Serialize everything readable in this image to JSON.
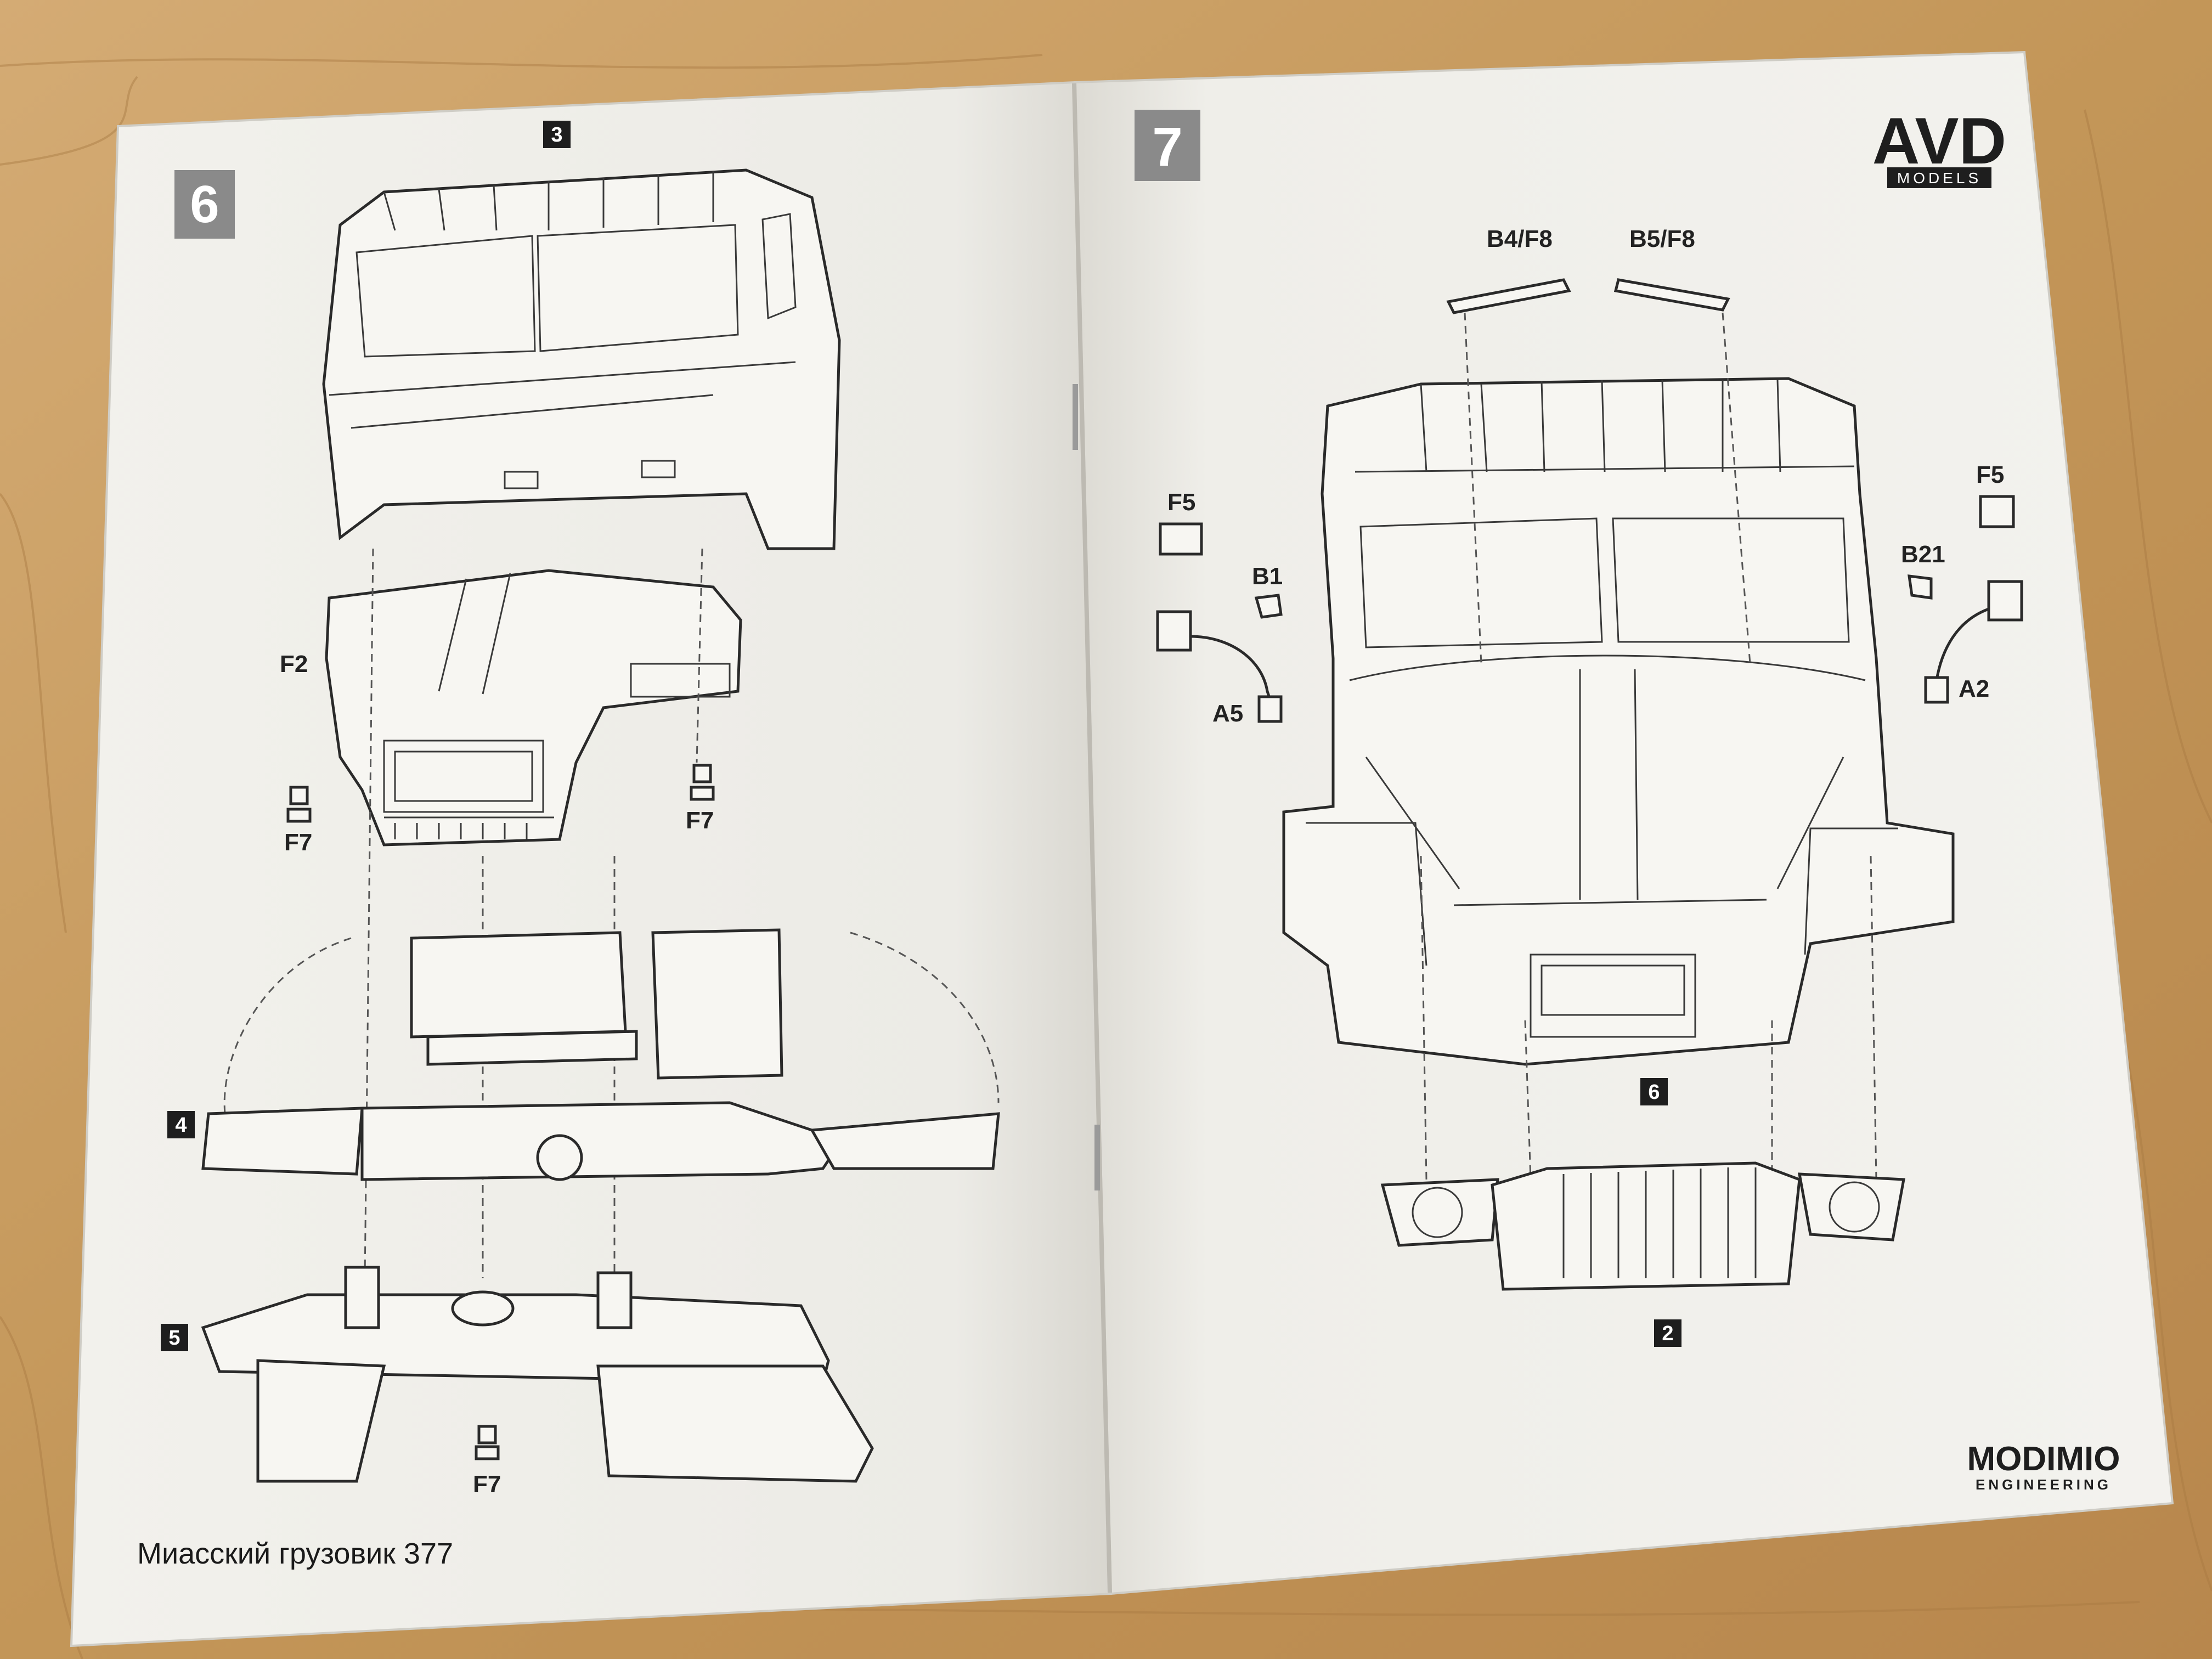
{
  "left_page": {
    "step": "6",
    "part_labels": {
      "cab_part": "3",
      "floor_part": "4",
      "frame_part": "5"
    },
    "callouts": [
      "F2",
      "F7",
      "F7",
      "F7"
    ],
    "footer_title": "Миасский грузовик 377"
  },
  "right_page": {
    "step": "7",
    "brand_logo": "AVD",
    "brand_sub": "MODELS",
    "callouts": [
      "B4/F8",
      "B5/F8",
      "F5",
      "F5",
      "B1",
      "B21",
      "A5",
      "A2"
    ],
    "part_labels": {
      "hood_part": "6",
      "bumper_part": "2"
    },
    "maker_logo": "MODIMIO",
    "maker_sub": "ENGINEERING"
  },
  "colors": {
    "table_wood": "#c9a06a",
    "paper": "#f4f3ef",
    "step_badge": "#8a8a8a",
    "ink": "#2a2a2a"
  }
}
